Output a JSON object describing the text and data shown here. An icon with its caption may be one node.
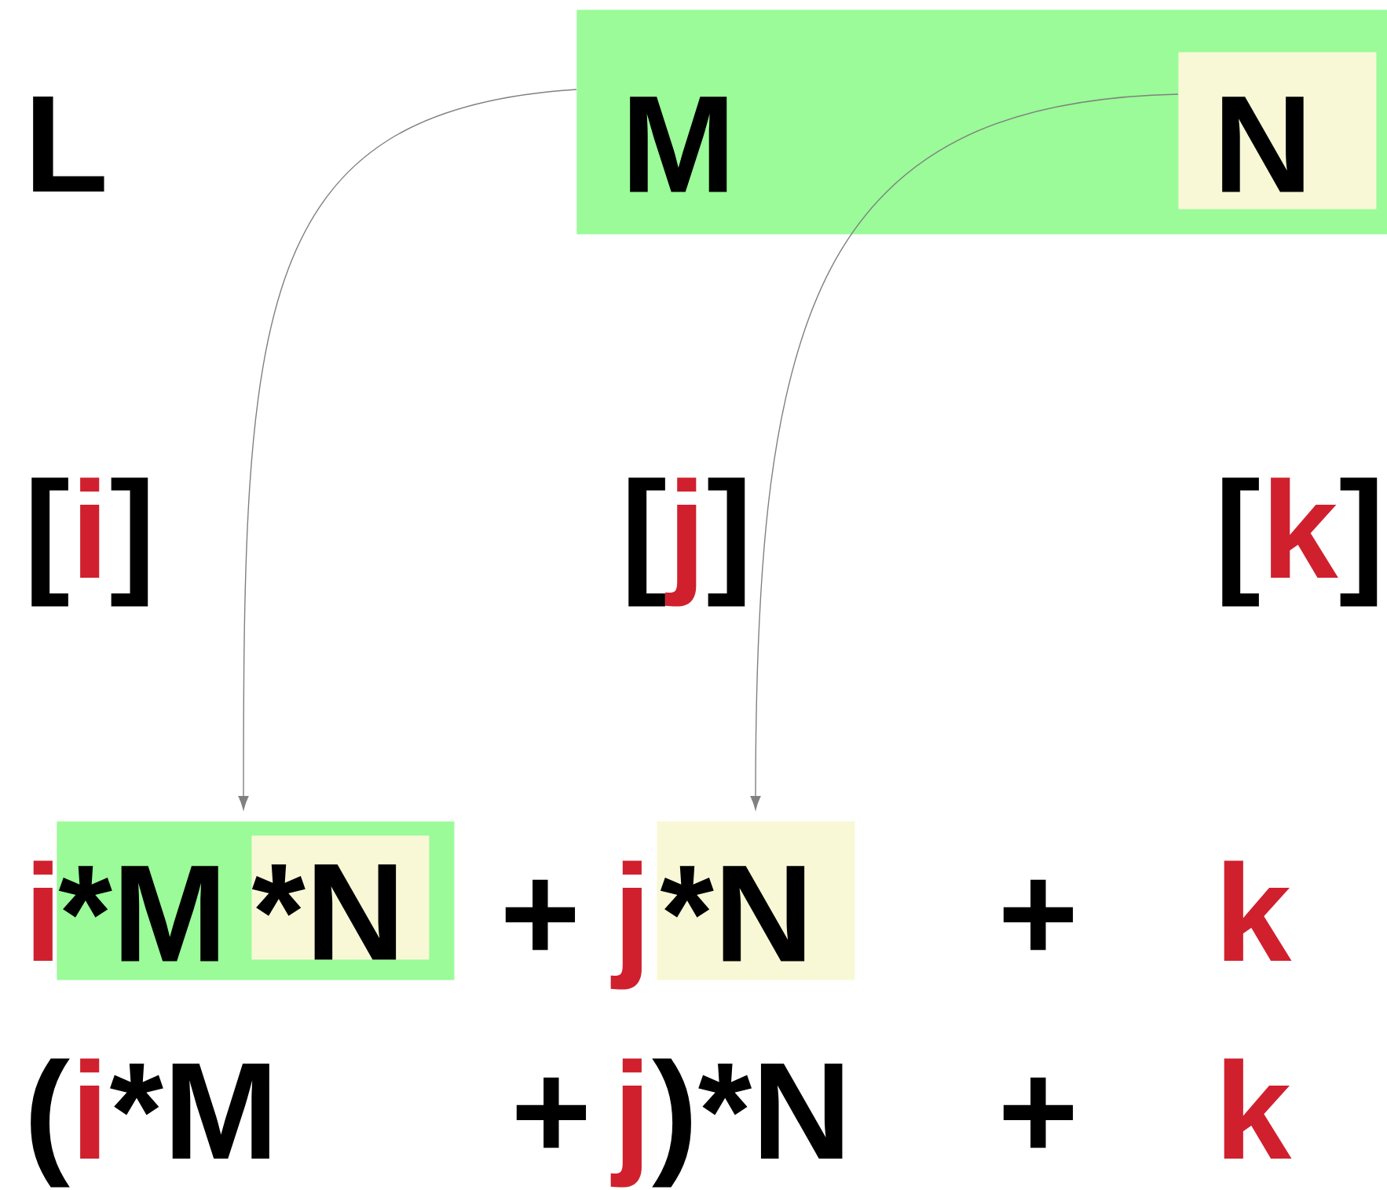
{
  "diagram": {
    "nodes": [
      {
        "text": [
          "M"
        ]
      },
      {
        "text": [
          "N"
        ],
        "in": 0
      },
      {
        "text": [
          "*M"
        ]
      },
      {
        "text": [
          "*N"
        ],
        "in": 2
      },
      {
        "text": [
          "*N"
        ]
      }
    ],
    "edges": [
      {
        "from": 0,
        "to": 2,
        "arrow": "to"
      },
      {
        "from": 1,
        "to": 4,
        "arrow": "to"
      }
    ],
    "labels": [
      "L",
      "[",
      "i",
      "]",
      "[",
      "j",
      "]",
      "[",
      "k",
      "]",
      "i",
      "+",
      "j",
      "+",
      "k",
      "(",
      "i",
      "*M",
      "+",
      "j",
      ")*N",
      "+",
      "k"
    ]
  }
}
